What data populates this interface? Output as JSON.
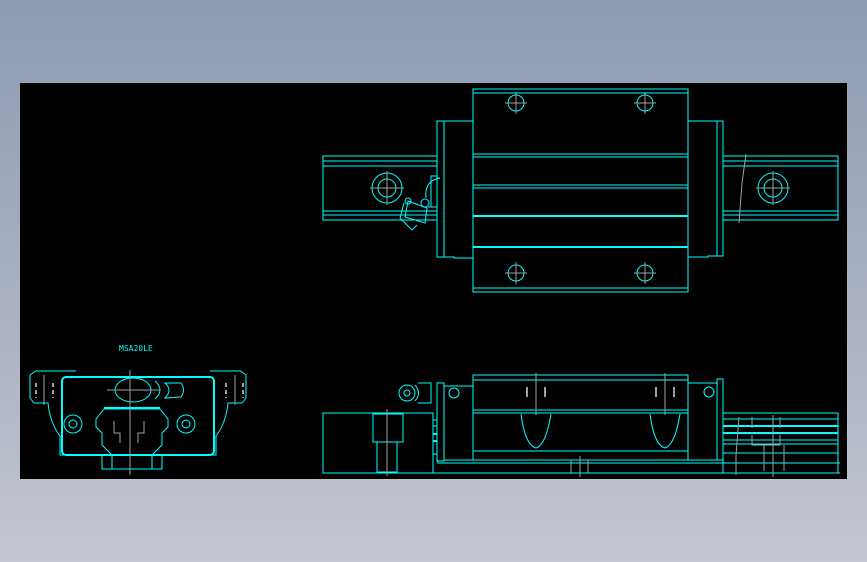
{
  "drawing": {
    "model_label": "MSA20LE",
    "background": "#000000",
    "line_color": "#00ffff",
    "centerline_color": "#a0a0a0",
    "views": [
      {
        "name": "top-view",
        "description": "Plan view of linear guide block on rail"
      },
      {
        "name": "end-view",
        "description": "End section view of block with rail profile"
      },
      {
        "name": "side-view",
        "description": "Side elevation of block with grease nipple and rail"
      }
    ]
  }
}
